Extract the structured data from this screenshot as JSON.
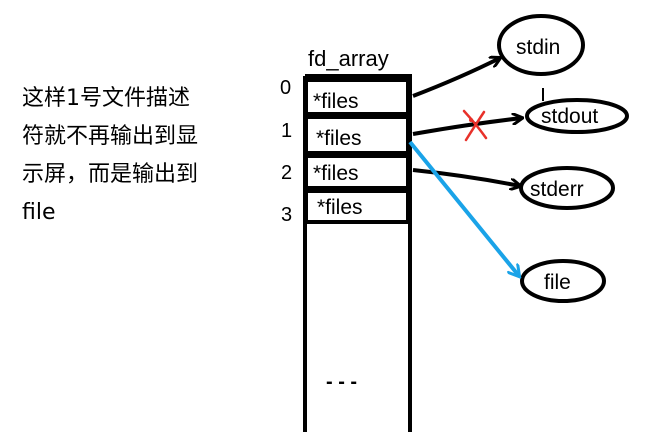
{
  "note": {
    "lines": [
      "这样1号文件描述",
      "符就不再输出到显",
      "示屏，而是输出到",
      "file"
    ]
  },
  "table": {
    "title": "fd_array",
    "rows": [
      {
        "index": "0",
        "label": "*files"
      },
      {
        "index": "1",
        "label": "*files"
      },
      {
        "index": "2",
        "label": "*files"
      },
      {
        "index": "3",
        "label": "*files"
      }
    ],
    "ellipsis": "- - -"
  },
  "targets": {
    "stdin": "stdin",
    "stdout": "stdout",
    "stderr": "stderr",
    "file": "file"
  },
  "colors": {
    "ink": "#000000",
    "redirect_arrow": "#1aa3e8",
    "cross": "#e8312a"
  }
}
